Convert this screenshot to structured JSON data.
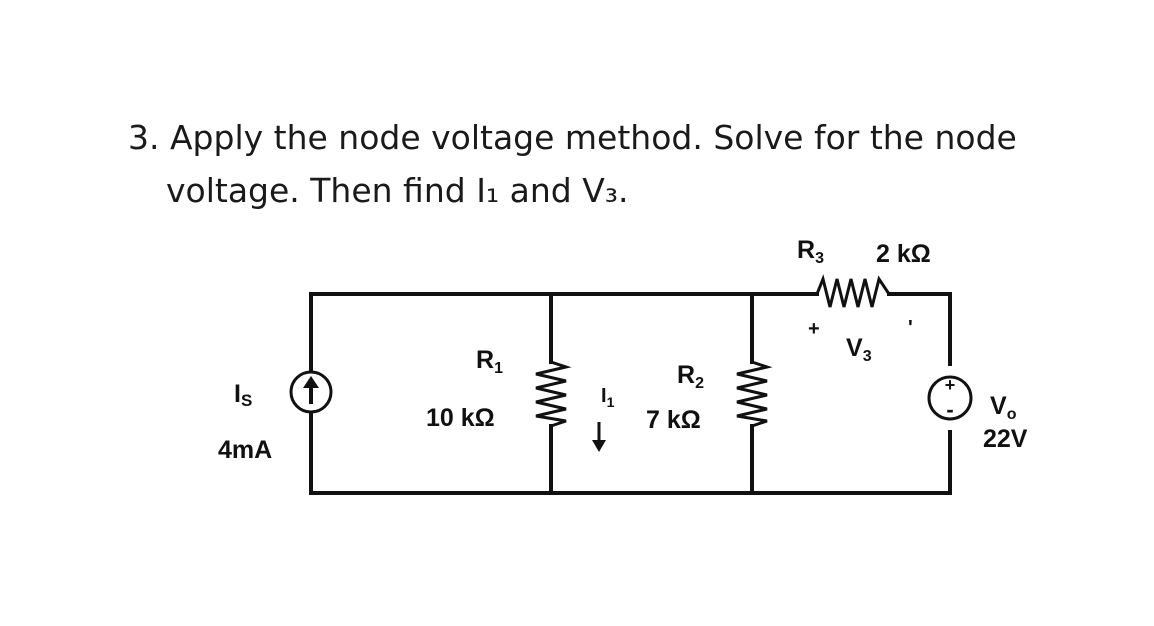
{
  "problem": {
    "line1": "3. Apply the node voltage method.  Solve for the node",
    "line2": "voltage.  Then find I₁ and V₃."
  },
  "circuit": {
    "current_source": {
      "name": "I",
      "sub": "S",
      "value": "4mA"
    },
    "r1": {
      "name": "R",
      "sub": "1",
      "value": "10 kΩ"
    },
    "i1": {
      "name": "I",
      "sub": "1"
    },
    "r2": {
      "name": "R",
      "sub": "2",
      "value": "7 kΩ"
    },
    "r3": {
      "name": "R",
      "sub": "3",
      "value": "2 kΩ"
    },
    "v3": {
      "name": "V",
      "sub": "3",
      "plus": "+",
      "minus": "'"
    },
    "voltage_source": {
      "name": "V",
      "sub": "o",
      "value": "22V",
      "plus": "+",
      "minus": "-"
    }
  },
  "colors": {
    "wire": "#111111",
    "text": "#111111"
  }
}
